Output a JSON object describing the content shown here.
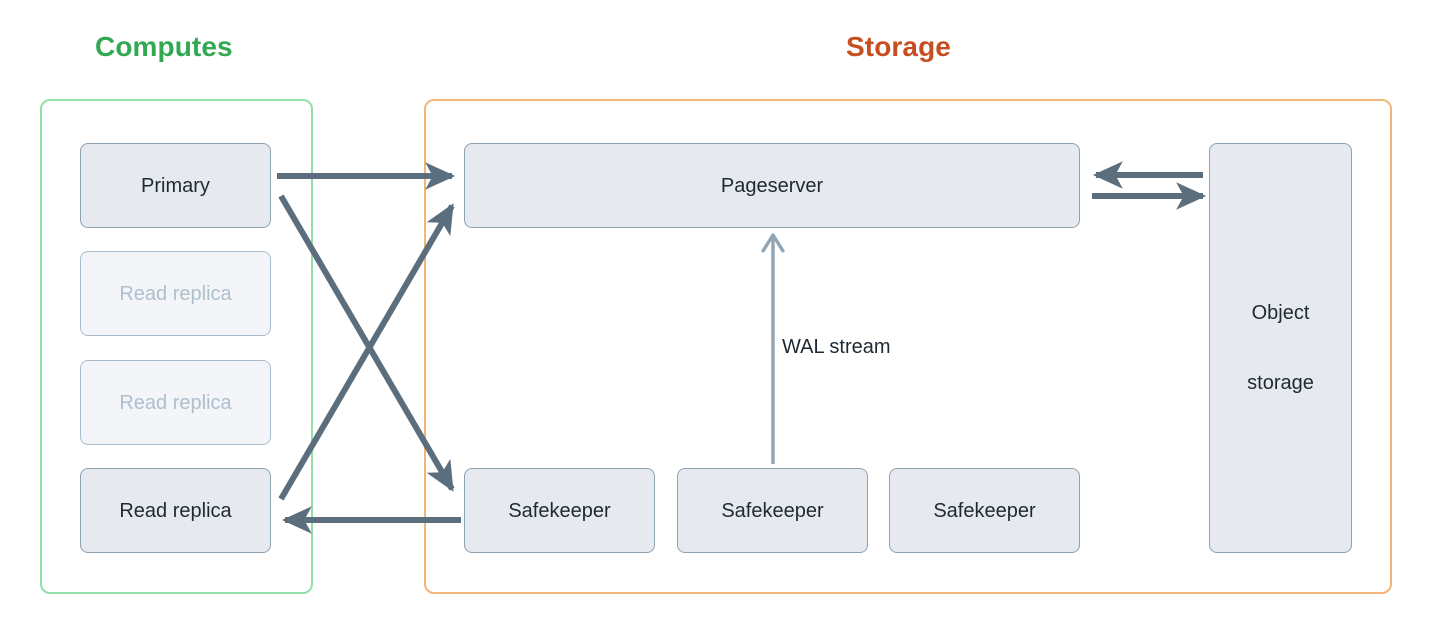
{
  "diagram": {
    "title_computes": "Computes",
    "title_storage": "Storage",
    "colors": {
      "computes_accent": "#33a852",
      "storage_accent": "#c64f21",
      "computes_border": "#93dfa9",
      "storage_border": "#f3b679",
      "node_fill": "#e6eaef",
      "node_fill_dim": "#f3f5f8",
      "node_border": "#8fa3b3",
      "node_text": "#1f2933",
      "node_text_dim": "#aebfcd",
      "edge_solid": "#5b6e7d",
      "edge_light": "#93a5b3"
    }
  },
  "computes": {
    "nodes": [
      {
        "label": "Primary",
        "state": "active"
      },
      {
        "label": "Read replica",
        "state": "inactive"
      },
      {
        "label": "Read replica",
        "state": "inactive"
      },
      {
        "label": "Read replica",
        "state": "active"
      }
    ]
  },
  "storage": {
    "pageserver": {
      "label": "Pageserver"
    },
    "object_storage": {
      "label_line1": "Object",
      "label_line2": "storage"
    },
    "safekeepers": [
      {
        "label": "Safekeeper"
      },
      {
        "label": "Safekeeper"
      },
      {
        "label": "Safekeeper"
      }
    ]
  },
  "edges": {
    "wal_stream_label": "WAL stream",
    "connections": [
      {
        "from": "Primary",
        "to": "Pageserver",
        "style": "solid",
        "direction": "forward"
      },
      {
        "from": "Primary",
        "to": "Safekeeper",
        "style": "solid",
        "direction": "forward"
      },
      {
        "from": "Read replica",
        "to": "Pageserver",
        "style": "solid",
        "direction": "forward"
      },
      {
        "from": "Safekeeper",
        "to": "Read replica",
        "style": "solid",
        "direction": "forward"
      },
      {
        "from": "Safekeeper",
        "to": "Pageserver",
        "style": "light",
        "direction": "forward",
        "label": "WAL stream"
      },
      {
        "from": "Object storage",
        "to": "Pageserver",
        "style": "solid",
        "direction": "forward"
      },
      {
        "from": "Pageserver",
        "to": "Object storage",
        "style": "solid",
        "direction": "forward"
      }
    ]
  }
}
